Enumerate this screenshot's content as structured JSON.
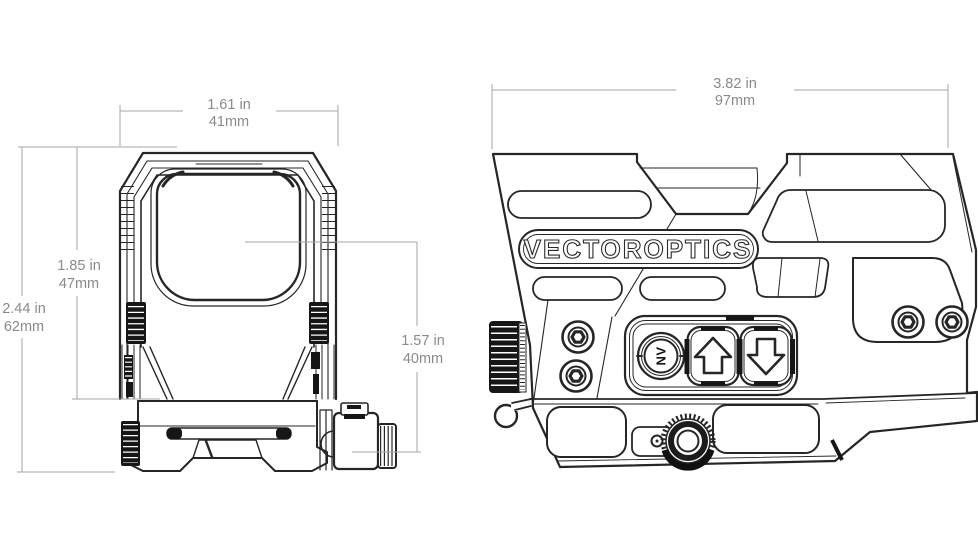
{
  "drawing": {
    "brand_logo": "VECTOROPTICS",
    "description": "Technical dimension line drawing of a reflex red dot sight, front view and side view"
  },
  "dimensions": {
    "window_width": {
      "inches": "1.61 in",
      "metric": "41mm"
    },
    "body_height": {
      "inches": "1.85 in",
      "metric": "47mm"
    },
    "total_height": {
      "inches": "2.44 in",
      "metric": "62mm"
    },
    "axis_height": {
      "inches": "1.57 in",
      "metric": "40mm"
    },
    "total_length": {
      "inches": "3.82 in",
      "metric": "97mm"
    }
  },
  "controls": {
    "nv_button_label": "NV",
    "up_button_icon": "up-arrow",
    "down_button_icon": "down-arrow"
  },
  "colors": {
    "line": "#262626",
    "dimension_line": "#a6a6a6",
    "dimension_text": "#8a8a8a",
    "background": "#ffffff"
  }
}
